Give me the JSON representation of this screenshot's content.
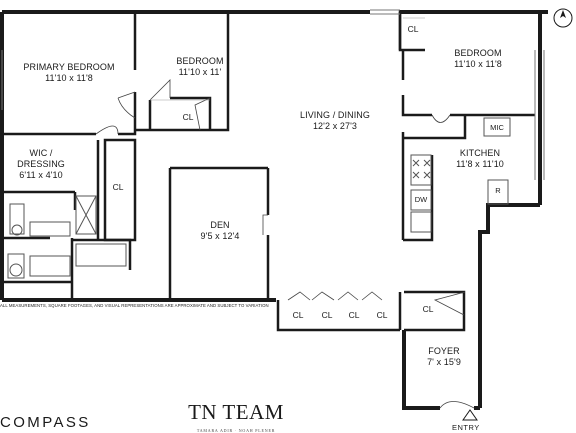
{
  "rooms": {
    "primary_bedroom": {
      "name": "PRIMARY BEDROOM",
      "dims": "11'10 x 11'8"
    },
    "bedroom_1": {
      "name": "BEDROOM",
      "dims": "11'10 x 11'"
    },
    "bedroom_2": {
      "name": "BEDROOM",
      "dims": "11'10 x 11'8"
    },
    "living_dining": {
      "name": "LIVING / DINING",
      "dims": "12'2 x 27'3"
    },
    "wic": {
      "name": "WIC /",
      "name2": "DRESSING",
      "dims": "6'11 x 4'10"
    },
    "kitchen": {
      "name": "KITCHEN",
      "dims": "11'8 x 11'10"
    },
    "den": {
      "name": "DEN",
      "dims": "9'5 x 12'4"
    },
    "foyer": {
      "name": "FOYER",
      "dims": "7' x 15'9"
    }
  },
  "closets": {
    "label": "CL"
  },
  "appliances": {
    "mic": "MIC",
    "dw": "DW",
    "fridge": "R"
  },
  "disclaimer": "ALL MEASUREMENTS, SQUARE FOOTAGES, AND VISUAL REPRESENTATIONS ARE APPROXIMATE AND SUBJECT TO VARIATION",
  "entry_label": "ENTRY",
  "branding": {
    "brokerage": "COMPASS",
    "team": "TN TEAM",
    "team_sub": "TAMARA ADIR · NOAH PLENER"
  },
  "icons": [
    "compass-rose-icon",
    "north-arrow-icon",
    "entry-arrow-icon"
  ]
}
